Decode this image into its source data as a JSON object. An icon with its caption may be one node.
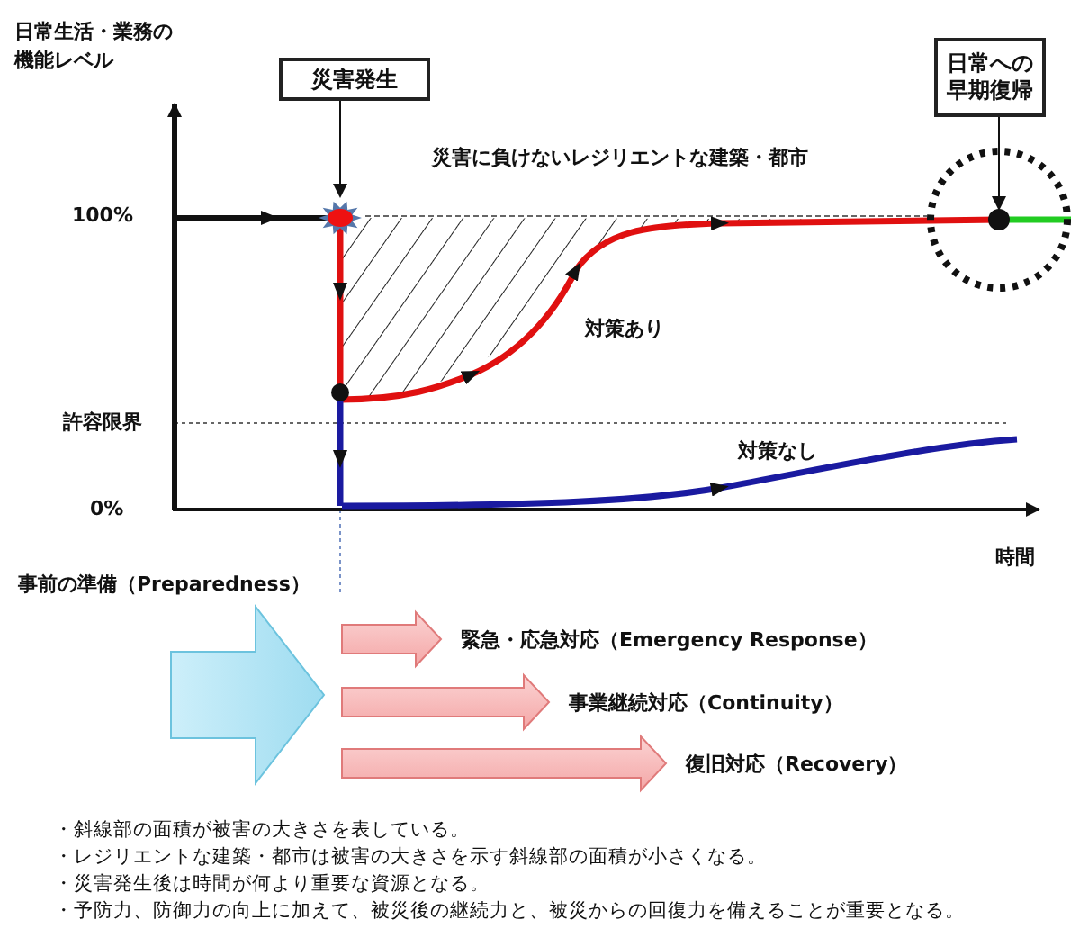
{
  "diagram": {
    "nodes": [
      {
        "text": [
          "災害発生"
        ]
      },
      {
        "text": [
          "日常への早期復帰"
        ]
      },
      {
        "text": [],
        "shape": "star"
      },
      {
        "text": [],
        "shape": "circle"
      }
    ],
    "edges": [
      {
        "from": 0,
        "to": 2,
        "arrow": "to"
      },
      {
        "from": 1,
        "to": 3,
        "arrow": "to"
      }
    ],
    "labels": [
      "日常生活・業務の機能レベル",
      "100%",
      "災害に負けないレジリエントな建築・都市",
      "対策あり",
      "許容限界",
      "対策なし",
      "0%",
      "時間",
      "事前の準備（Preparedness）",
      "緊急・応急対応（Emergency Response）",
      "事業継続対応（Continuity）",
      "復旧対応（Recovery）",
      "・斜線部の面積が被害の大きさを表している。",
      "・レジリエントな建築・都市は被害の大きさを示す斜線部の面積が小さくなる。",
      "・災害発生後は時間が何より重要な資源となる。",
      "・予防力、防御力の向上に加えて、被災後の継続力と、被災からの回復力を備えることが重要となる。"
    ]
  }
}
